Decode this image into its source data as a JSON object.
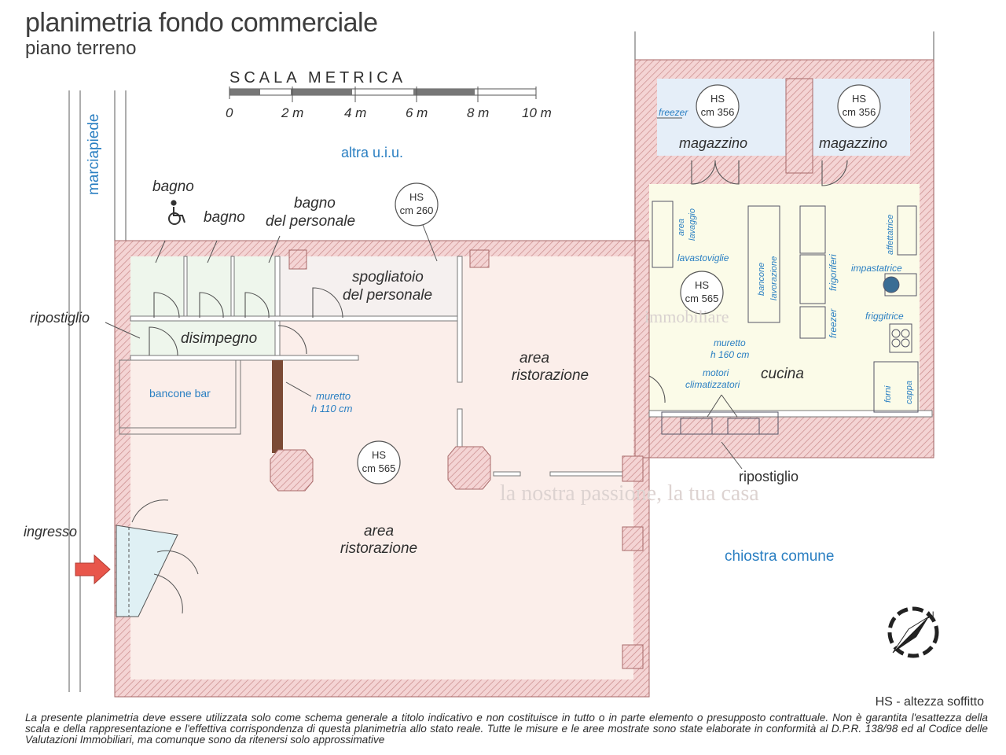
{
  "header": {
    "title": "planimetria fondo commerciale",
    "subtitle": "piano terreno"
  },
  "scale": {
    "label": "SCALA METRICA",
    "ticks": [
      "0",
      "2 m",
      "4 m",
      "6 m",
      "8 m",
      "10 m"
    ]
  },
  "labels": {
    "street": "marciapiede",
    "neighbor": "altra u.i.u.",
    "courtyard": "chiostra comune",
    "bagno_accessible": "bagno",
    "bagno": "bagno",
    "bagno_personale_1": "bagno",
    "bagno_personale_2": "del personale",
    "spogliatoio_1": "spogliatoio",
    "spogliatoio_2": "del personale",
    "ripostiglio_left": "ripostiglio",
    "disimpegno": "disimpegno",
    "bancone_bar": "bancone bar",
    "muretto_bar_1": "muretto",
    "muretto_bar_2": "h 110 cm",
    "area_rist_upper_1": "area",
    "area_rist_upper_2": "ristorazione",
    "area_rist_main_1": "area",
    "area_rist_main_2": "ristorazione",
    "ingresso": "ingresso",
    "magazzino_1": "magazzino",
    "magazzino_2": "magazzino",
    "freezer_mag": "freezer",
    "area_lavaggio_1": "area",
    "area_lavaggio_2": "lavaggio",
    "lavastoviglie": "lavastoviglie",
    "bancone_lav_1": "bancone",
    "bancone_lav_2": "lavorazione",
    "frigoriferi": "frigoriferi",
    "freezer_kitchen": "freezer",
    "affettatrice": "affettatrice",
    "impastatrice": "impastatrice",
    "friggitrice": "friggitrice",
    "forni": "forni",
    "cappa": "cappa",
    "muretto_kitchen_1": "muretto",
    "muretto_kitchen_2": "h 160 cm",
    "cucina": "cucina",
    "motori_1": "motori",
    "motori_2": "climatizzatori",
    "ripostiglio_right": "ripostiglio",
    "watermark_1": "immobiliare",
    "watermark_2": "la nostra passione, la tua casa"
  },
  "heights": {
    "hs_label": "HS",
    "bagno_personale": "cm 260",
    "cucina": "cm 565",
    "area_main": "cm 565",
    "magazzino_1": "cm 356",
    "magazzino_2": "cm 356"
  },
  "legend": "HS - altezza soffitto",
  "disclaimer": "La presente planimetria deve essere utilizzata solo come schema generale a titolo indicativo e non costituisce in tutto o in parte elemento o presupposto contrattuale. Non è garantita l'esattezza della scala e della rappresentazione e l'effettiva corrispondenza di questa planimetria allo stato reale. Tutte le misure e le aree mostrate sono state elaborate in conformità al D.P.R. 138/98 ed al Codice delle Valutazioni Immobiliari, ma comunque sono da ritenersi solo approssimative",
  "colors": {
    "wall_fill": "#f2c9c9",
    "wall_hatch": "#c98a8a",
    "dining_floor": "#fbeeea",
    "kitchen_floor": "#fbfbe8",
    "bath_floor": "#eef6ec",
    "storage_floor": "#e5eef8",
    "label_blue": "#2a7fc2",
    "arrow_red": "#e8564b"
  }
}
